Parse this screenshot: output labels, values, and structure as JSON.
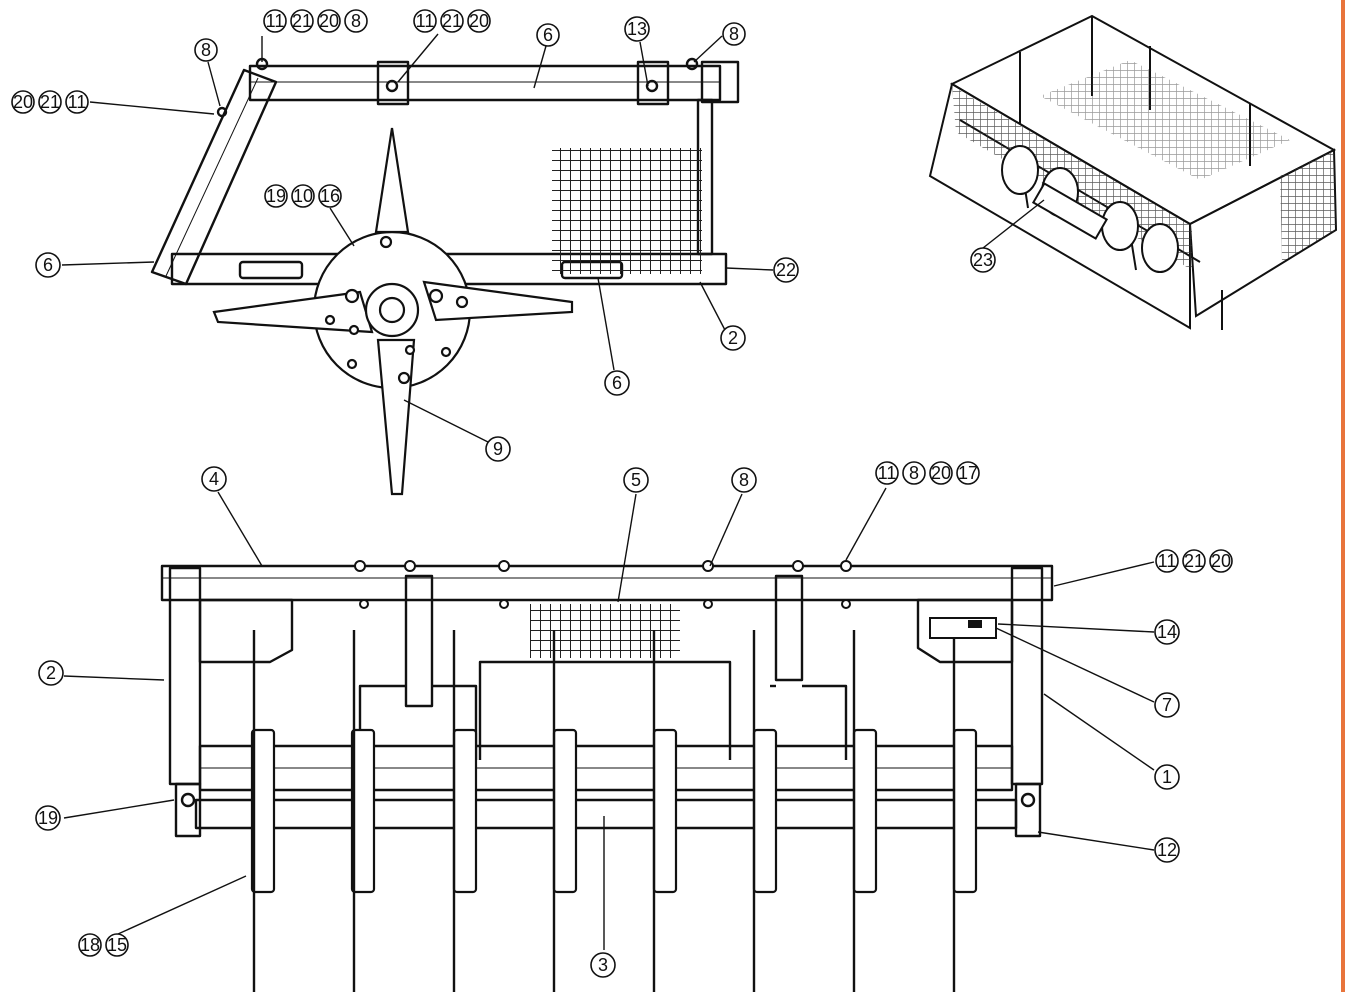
{
  "accent_color": "#e8743b",
  "callouts": {
    "side": {
      "tl_1": [
        "11",
        "21",
        "20",
        "8"
      ],
      "tl_2": [
        "11",
        "21",
        "20"
      ],
      "top_6": "6",
      "top_13": "13",
      "right_8": "8",
      "left_8": "8",
      "left_group": [
        "20",
        "21",
        "11"
      ],
      "hub_group": [
        "19",
        "10",
        "16"
      ],
      "left_6": "6",
      "right_22": "22",
      "right_2": "2",
      "bottom_6": "6",
      "tine_9": "9"
    },
    "iso": {
      "label_23": "23"
    },
    "front": {
      "top_4": "4",
      "top_5": "5",
      "top_8": "8",
      "top_group": [
        "11",
        "8",
        "20",
        "17"
      ],
      "right_group": [
        "11",
        "21",
        "20"
      ],
      "right_14": "14",
      "right_7": "7",
      "right_1": "1",
      "right_12": "12",
      "left_2": "2",
      "left_19": "19",
      "left_group": [
        "18",
        "15"
      ],
      "bottom_3": "3"
    }
  }
}
